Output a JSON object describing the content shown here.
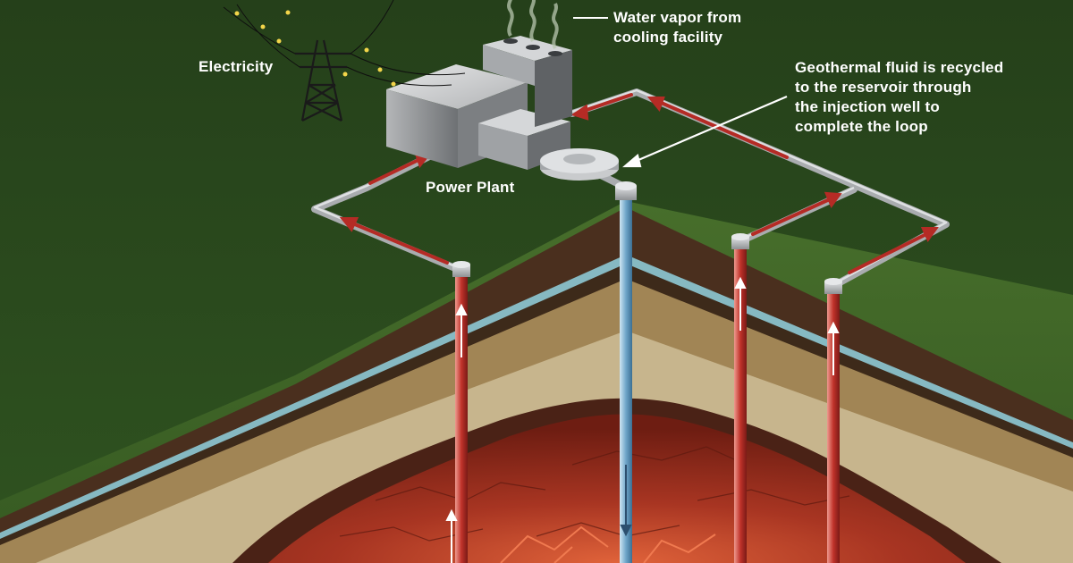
{
  "labels": {
    "water_vapor": "Water vapor from\ncooling facility",
    "geothermal_fluid": "Geothermal fluid is recycled\nto the reservoir through\nthe injection well to\ncomplete the loop",
    "electricity": "Electricity",
    "power_plant": "Power Plant"
  },
  "colors": {
    "sky": "#2c4a1c",
    "ground_surface": "#3a6424",
    "topsoil": "#4a2f1e",
    "water_layer": "#86b9c2",
    "tan_layer": "#a18555",
    "sand_layer": "#c7b58d",
    "reservoir": "#8a2618",
    "hot_rock": "#d2572d",
    "production_pipe": "#c0322a",
    "injection_pipe": "#6fa6c9",
    "surface_pipe": "#b9bcbf",
    "label_text": "#ffffff"
  }
}
